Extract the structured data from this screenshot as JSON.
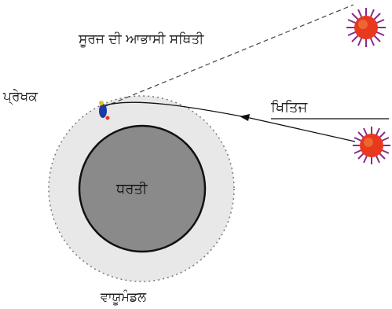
{
  "labels": {
    "apparent_position": "ਸੂਰਜ ਦੀ ਆਭਾਸੀ ਸਥਿਤੀ",
    "observer": "ਪ੍ਰੇਖਕ",
    "horizon": "ਖਿਤਿਜ",
    "earth": "ਧਰਤੀ",
    "atmosphere": "ਵਾਯੂਮੰਡਲ"
  },
  "colors": {
    "sun_core": "#e8381e",
    "sun_rays": "#8a2a8a",
    "earth_fill": "#8a8a8a",
    "atmosphere_fill": "#e8e8e8",
    "observer": "#1b3aa8"
  }
}
